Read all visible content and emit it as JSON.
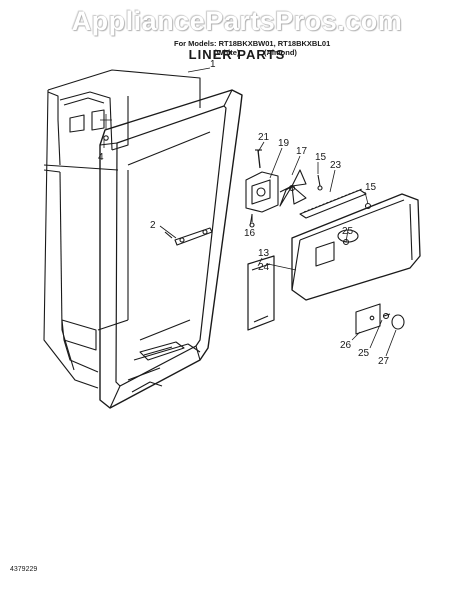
{
  "watermark": "AppliancePartsPros.com",
  "header": {
    "title": "LINER PARTS",
    "models": "For Models: RT18BKXBW01, RT18BKXBL01",
    "color_white": "(White)",
    "color_almond": "(Almond)"
  },
  "callouts": [
    "1",
    "21",
    "19",
    "4",
    "17",
    "15",
    "23",
    "15",
    "2",
    "16",
    "25",
    "13",
    "24",
    "26",
    "25",
    "27"
  ],
  "document_number": "4379229"
}
